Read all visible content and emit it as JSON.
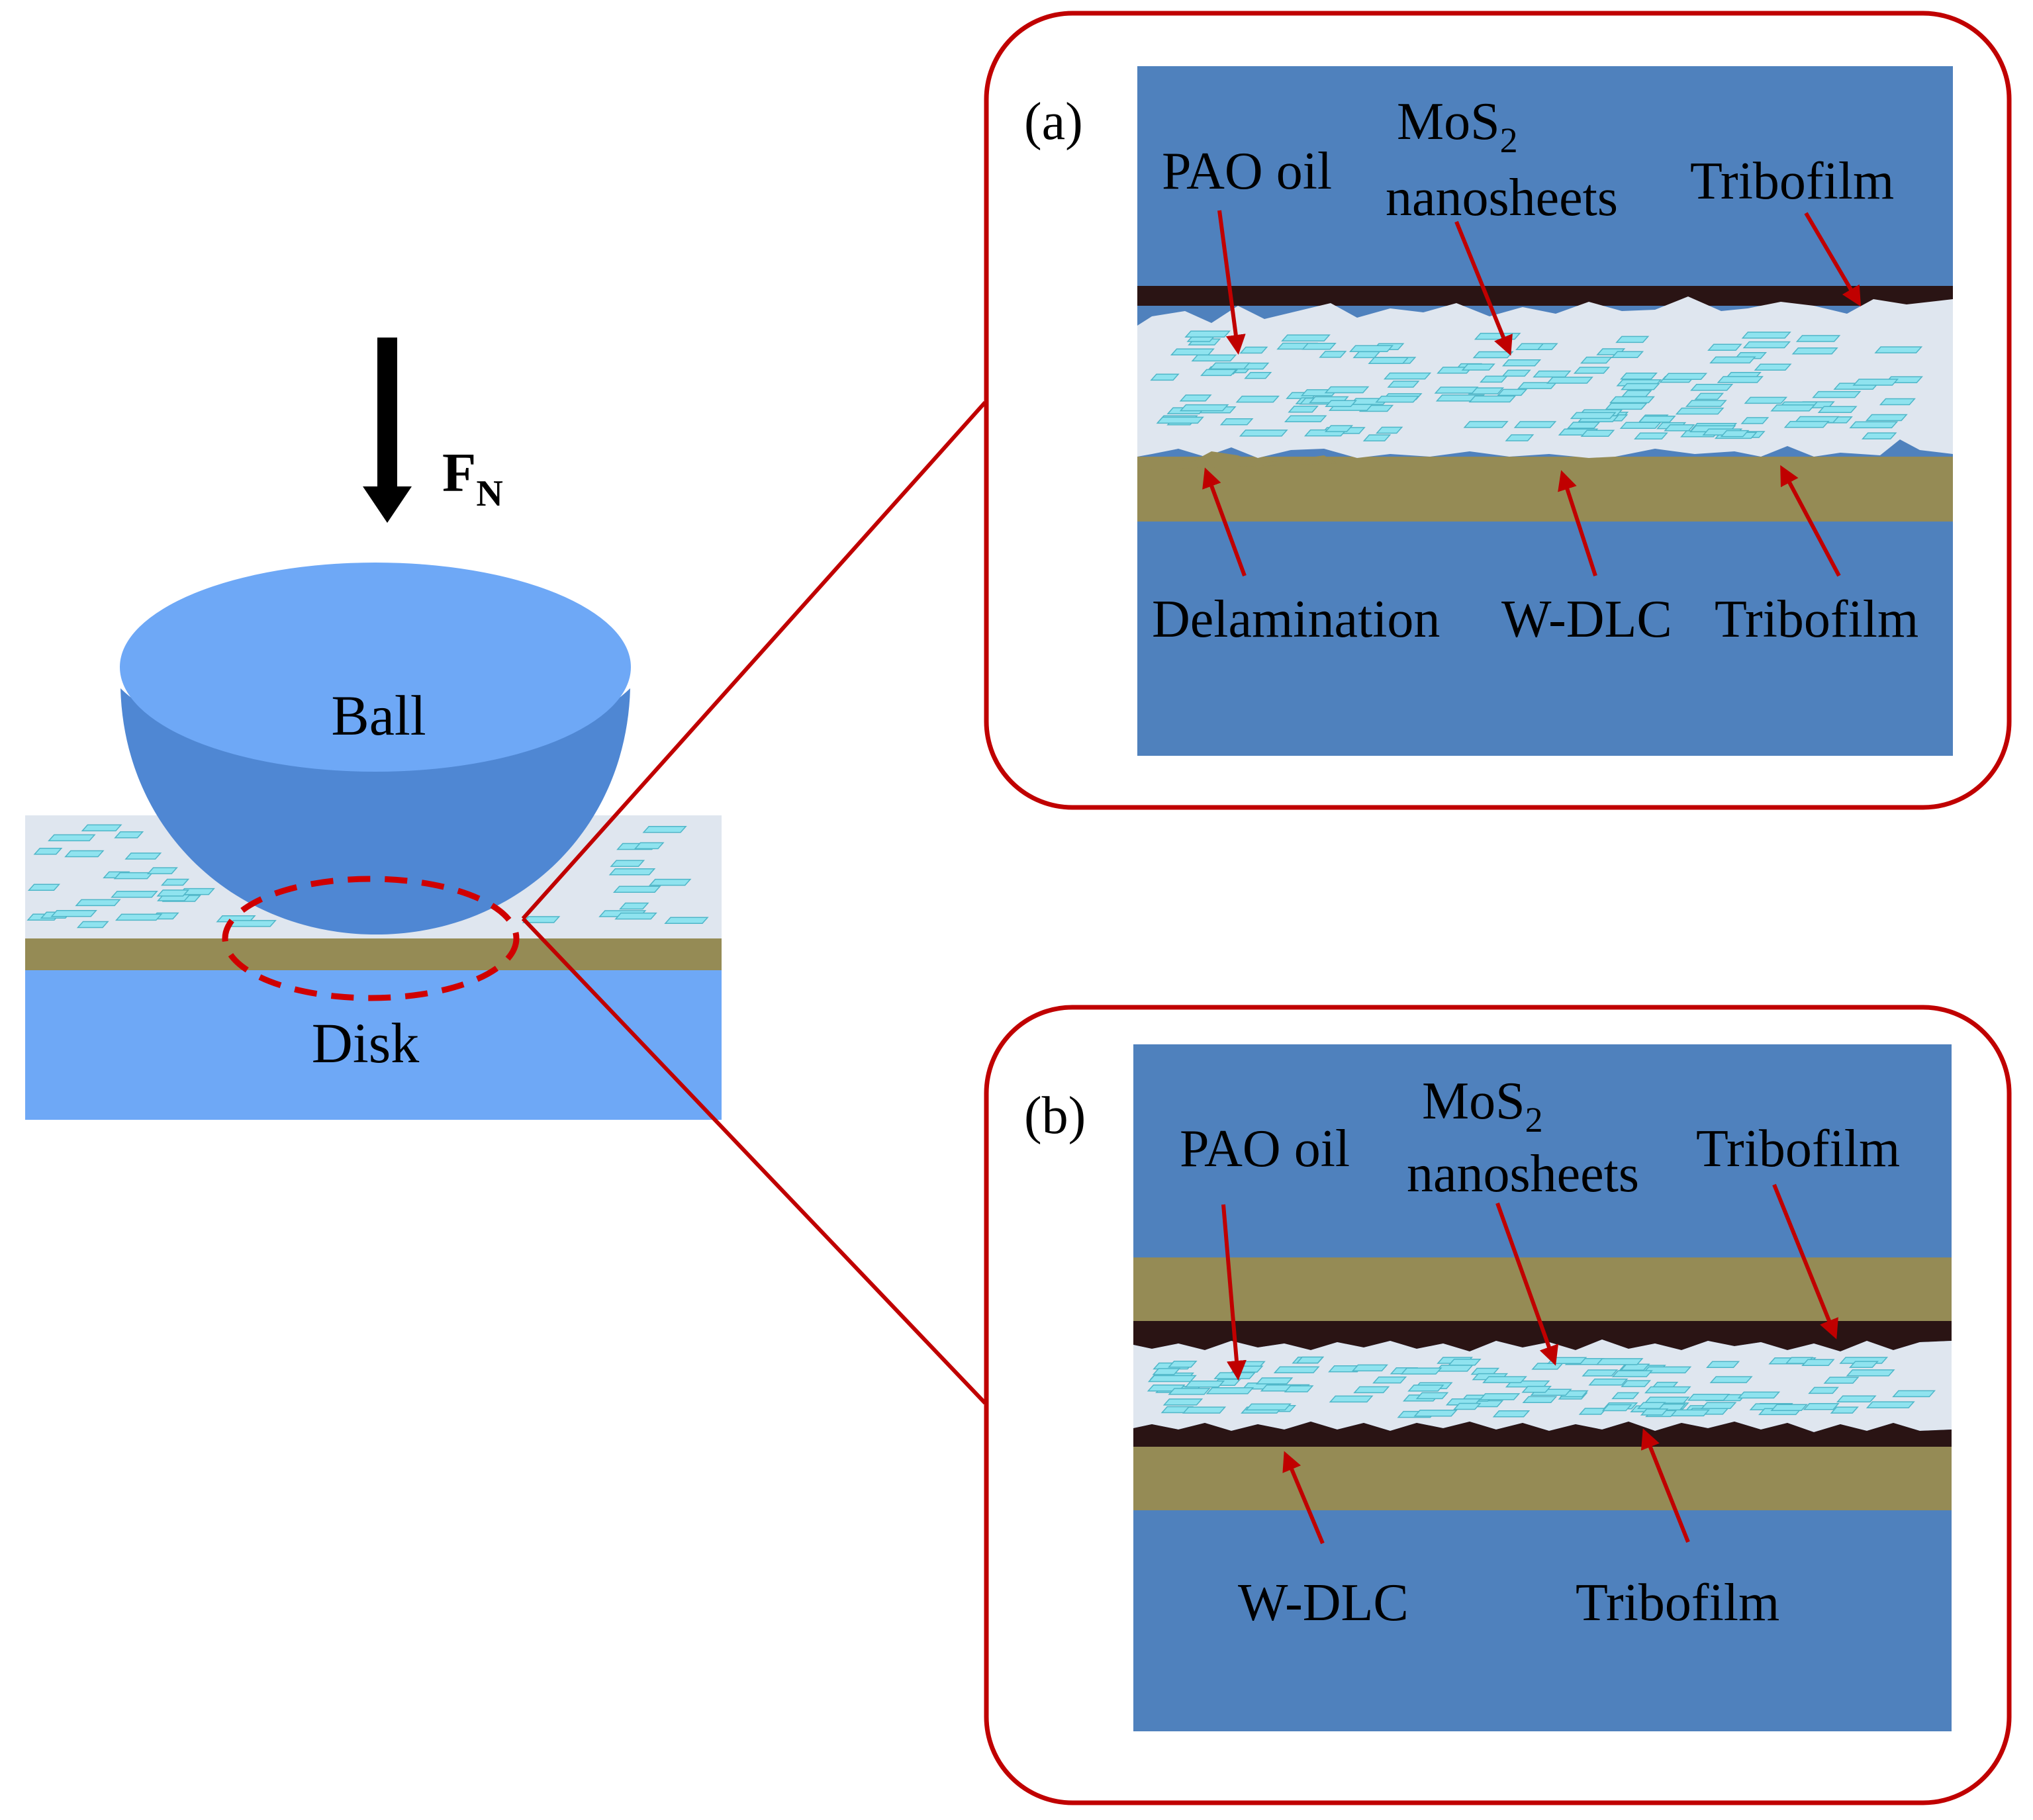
{
  "colors": {
    "panel_blue": "#4f81bd",
    "ball_light": "#6ea8f6",
    "ball_dark": "#4f87d3",
    "disk_blue": "#6ea8f6",
    "oil_fill": "#dfe6ef",
    "flake": "#8fe3ef",
    "wdlc": "#958b55",
    "tribofilm": "#2a1414",
    "frame_red": "#c00000",
    "dash_red": "#d00000",
    "arrow": "#c00000"
  },
  "left": {
    "force_label": "F",
    "force_subscript": "N",
    "ball_label": "Ball",
    "disk_label": "Disk"
  },
  "panel_a": {
    "tag": "(a)",
    "pao_oil": "PAO oil",
    "mos2_line1": "MoS",
    "mos2_sub": "2",
    "mos2_line2": "nanosheets",
    "tribofilm_top": "Tribofilm",
    "delamination": "Delamination",
    "wdlc": "W-DLC",
    "tribofilm_bottom": "Tribofilm"
  },
  "panel_b": {
    "tag": "(b)",
    "pao_oil": "PAO oil",
    "mos2_line1": "MoS",
    "mos2_sub": "2",
    "mos2_line2": "nanosheets",
    "tribofilm_top": "Tribofilm",
    "wdlc": "W-DLC",
    "tribofilm_bottom": "Tribofilm"
  }
}
